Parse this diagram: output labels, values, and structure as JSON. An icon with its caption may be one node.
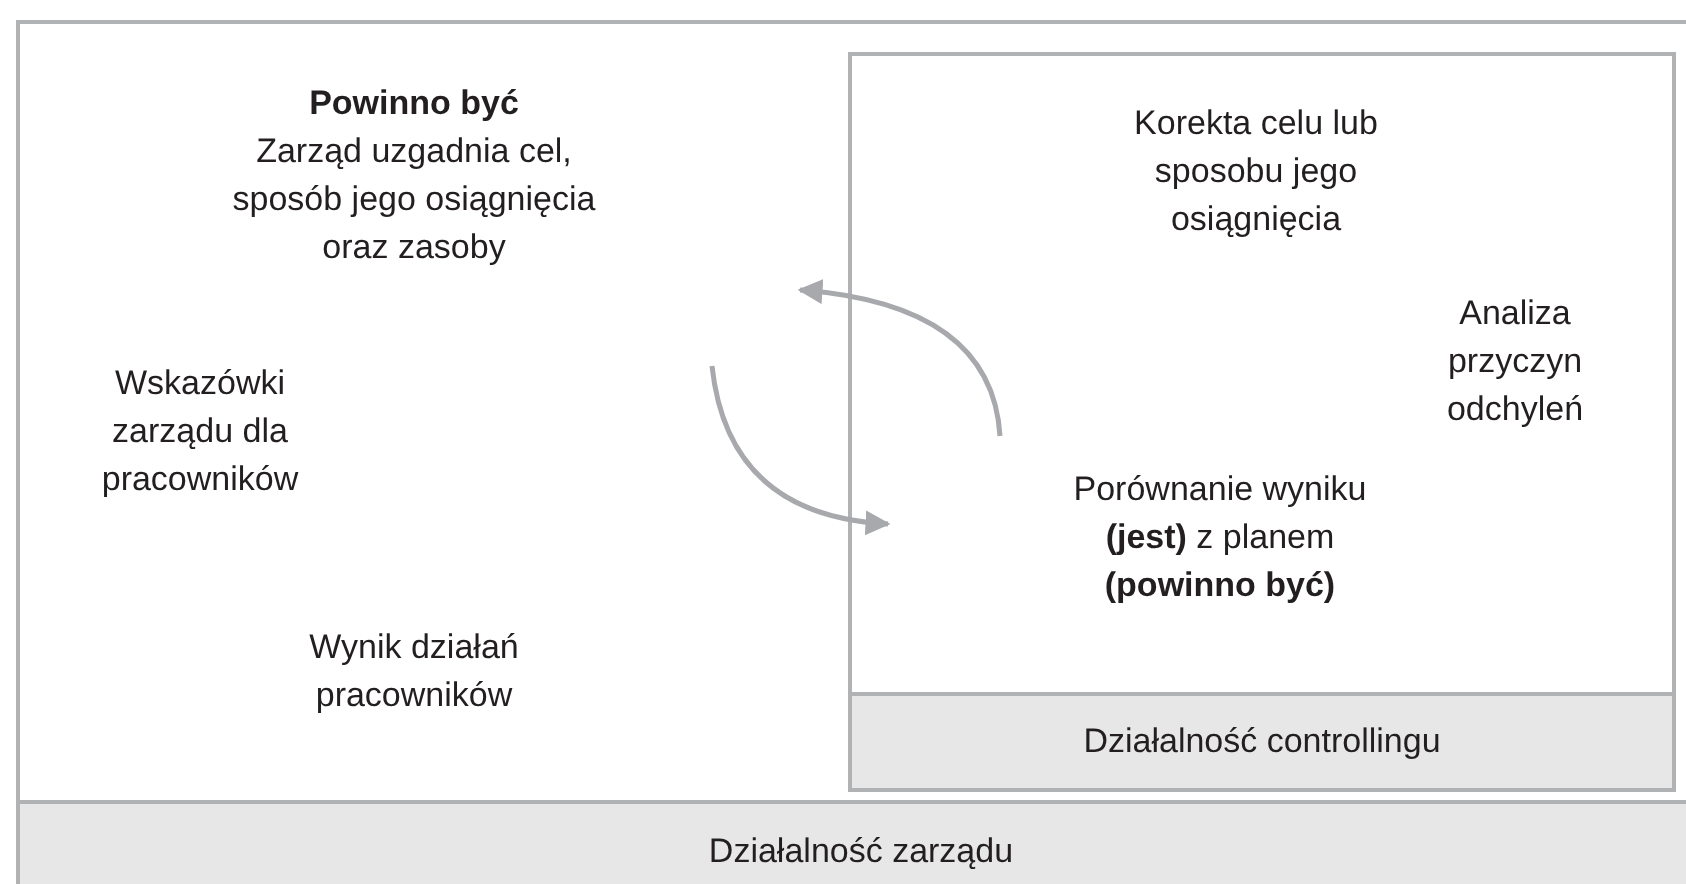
{
  "diagram": {
    "nodes": [
      {
        "text": [
          "Działalność zarządu"
        ]
      },
      {
        "text": [
          "Działalność controllingu"
        ],
        "in": 0
      }
    ],
    "edges": [
      {
        "from": null,
        "to": 1,
        "arrow": "to"
      },
      {
        "from": 1,
        "to": null,
        "arrow": "to"
      }
    ],
    "labels": [
      "Powinno być",
      "Zarząd uzgadnia cel, sposób jego osiągnięcia oraz zasoby",
      "Wskazówki zarządu dla pracowników",
      "Wynik działań pracowników",
      "Korekta celu lub sposobu jego osiągnięcia",
      "Analiza przyczyn odchyleń",
      "Porównanie wyniku **(jest)** z planem **(powinno być)**"
    ]
  }
}
